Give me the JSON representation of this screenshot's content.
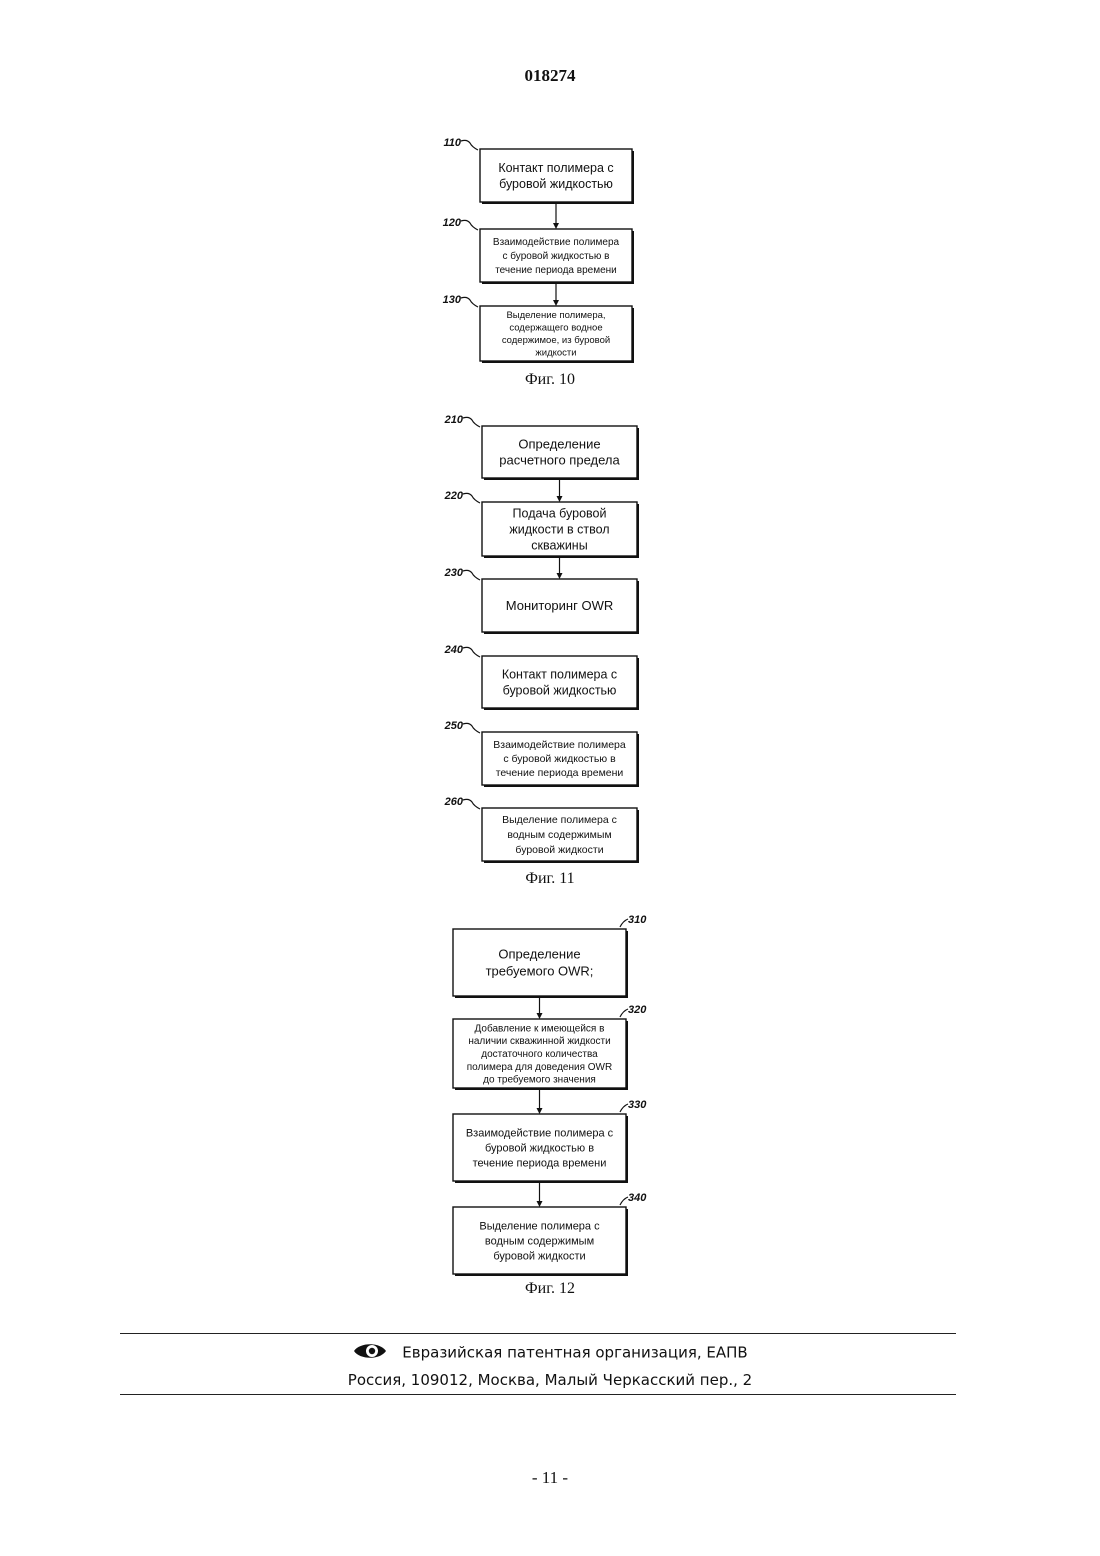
{
  "header": {
    "doc_number": "018274"
  },
  "figures": [
    {
      "caption": "Фиг. 10",
      "steps": [
        {
          "ref": "110",
          "lines": [
            "Контакт полимера с",
            "буровой жидкостью"
          ]
        },
        {
          "ref": "120",
          "lines": [
            "Взаимодействие полимера",
            "с буровой жидкостью в",
            "течение периода времени"
          ]
        },
        {
          "ref": "130",
          "lines": [
            "Выделение полимера,",
            "содержащего водное",
            "содержимое, из буровой",
            "жидкости"
          ]
        }
      ]
    },
    {
      "caption": "Фиг. 11",
      "steps": [
        {
          "ref": "210",
          "lines": [
            "Определение",
            "расчетного предела"
          ]
        },
        {
          "ref": "220",
          "lines": [
            "Подача буровой",
            "жидкости в ствол",
            "скважины"
          ]
        },
        {
          "ref": "230",
          "lines": [
            "Мониторинг OWR"
          ]
        },
        {
          "ref": "240",
          "lines": [
            "Контакт полимера с",
            "буровой жидкостью"
          ]
        },
        {
          "ref": "250",
          "lines": [
            "Взаимодействие полимера",
            "с буровой жидкостью в",
            "течение периода времени"
          ]
        },
        {
          "ref": "260",
          "lines": [
            "Выделение полимера с",
            "водным содержимым",
            "буровой жидкости"
          ]
        }
      ]
    },
    {
      "caption": "Фиг. 12",
      "steps": [
        {
          "ref": "310",
          "lines": [
            "Определение",
            "требуемого OWR;"
          ]
        },
        {
          "ref": "320",
          "lines": [
            "Добавление к имеющейся в",
            "наличии скважинной жидкости",
            "достаточного количества",
            "полимера для доведения OWR",
            "до требуемого значения"
          ]
        },
        {
          "ref": "330",
          "lines": [
            "Взаимодействие полимера с",
            "буровой жидкостью в",
            "течение периода времени"
          ]
        },
        {
          "ref": "340",
          "lines": [
            "Выделение полимера с",
            "водным содержимым",
            "буровой жидкости"
          ]
        }
      ]
    }
  ],
  "footer": {
    "organization": "Евразийская патентная организация, ЕАПВ",
    "address": "Россия, 109012, Москва, Малый Черкасский пер., 2"
  },
  "page_number": "- 11 -"
}
